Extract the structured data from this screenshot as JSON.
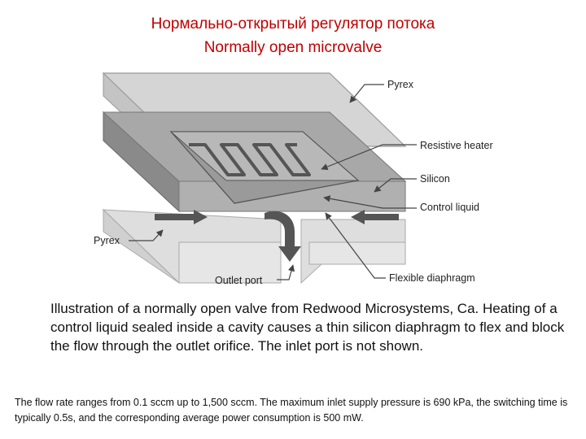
{
  "title": {
    "line1": "Нормально-открытый регулятор потока",
    "line2": "Normally open microvalve"
  },
  "diagram": {
    "labels": {
      "pyrex_top": "Pyrex",
      "resistive_heater": "Resistive heater",
      "silicon": "Silicon",
      "control_liquid": "Control liquid",
      "pyrex_bottom": "Pyrex",
      "outlet_port": "Outlet port",
      "flexible_diaphragm": "Flexible diaphragm"
    }
  },
  "caption": "Illustration of a normally open valve from Redwood Microsystems, Ca. Heating of a control liquid sealed inside a cavity causes a thin silicon diaphragm to flex and block the flow through the outlet orifice. The inlet port is not shown.",
  "footnote": "The flow rate ranges from 0.1 sccm up to 1,500 sccm. The maximum inlet supply pressure is 690 kPa, the switching time is typically 0.5s, and the corresponding average power consumption is 500 mW."
}
